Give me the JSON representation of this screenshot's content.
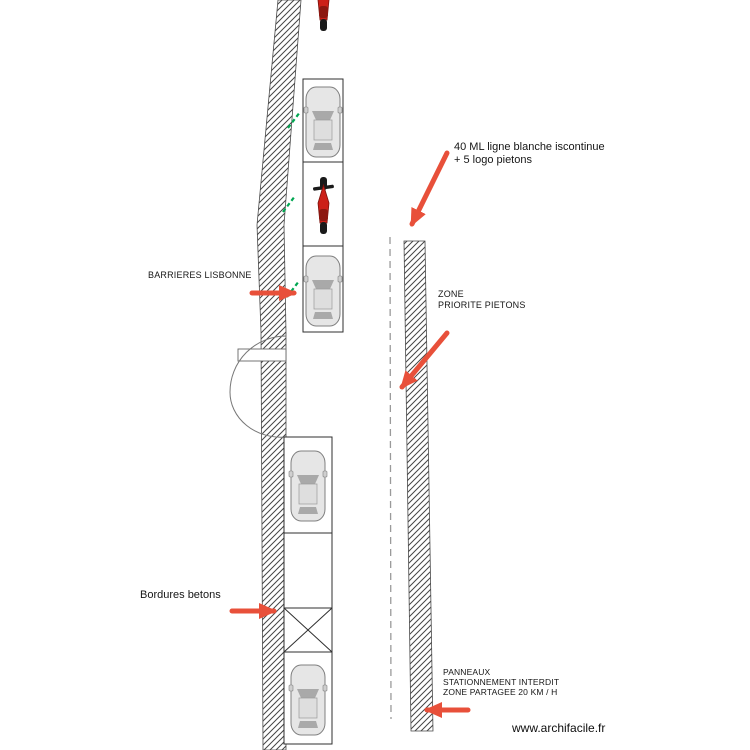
{
  "document": {
    "watermark": "www.archifacile.fr"
  },
  "annotations": {
    "ligne_blanche": {
      "line1": "40 ML ligne blanche iscontinue",
      "line2": "+ 5 logo pietons"
    },
    "barrieres": {
      "label": "BARRIERES LISBONNE"
    },
    "zone_pietons": {
      "line1": "ZONE",
      "line2": "PRIORITE PIETONS"
    },
    "bordures": {
      "label": "Bordures betons"
    },
    "panneaux": {
      "line1": "PANNEAUX",
      "line2": "STATIONNEMENT INTERDIT",
      "line3": "ZONE PARTAGEE 20 KM / H"
    }
  },
  "colors": {
    "annotation_arrow": "#e8503a",
    "pedestrian_marking": "#00a651",
    "motorcycle_body": "#cc2018",
    "hatch_line": "#454545",
    "car_body": "#e6e6e6",
    "car_glass": "#a9a9a9"
  },
  "icons": {
    "car": "car-top-view-icon",
    "motorcycle": "motorcycle-top-view-icon",
    "door": "door-swing-icon",
    "no_parking": "crossed-box-icon",
    "road_strip": "hatched-sidewalk-strip",
    "arrow": "annotation-arrow-icon"
  }
}
